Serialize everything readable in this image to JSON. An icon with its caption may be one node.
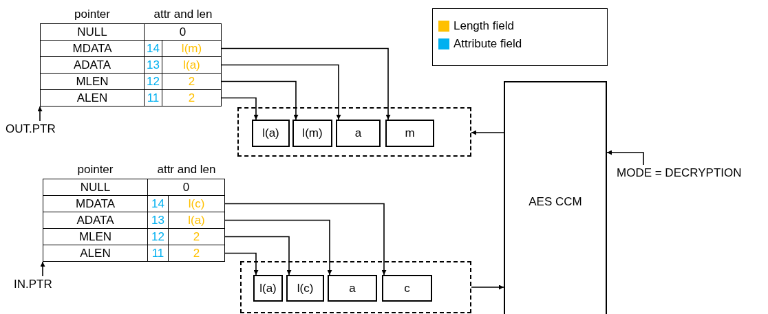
{
  "diagram": {
    "nodes": [
      {
        "text": [
          "pointer",
          "attr and len"
        ]
      },
      {
        "text": [
          "NULL",
          "0"
        ],
        "in": 0
      },
      {
        "text": [
          "MDATA",
          "14",
          "l(m)"
        ],
        "in": 0
      },
      {
        "text": [
          "ADATA",
          "13",
          "l(a)"
        ],
        "in": 0
      },
      {
        "text": [
          "MLEN",
          "12",
          "2"
        ],
        "in": 0
      },
      {
        "text": [
          "ALEN",
          "11",
          "2"
        ],
        "in": 0
      },
      {
        "text": [
          "OUT.PTR"
        ]
      },
      {
        "text": [],
        "shape": "box"
      },
      {
        "text": [
          "l(a)"
        ],
        "in": 7
      },
      {
        "text": [
          "l(m)"
        ],
        "in": 7
      },
      {
        "text": [
          "a"
        ],
        "in": 7
      },
      {
        "text": [
          "m"
        ],
        "in": 7
      },
      {
        "text": [
          "pointer",
          "attr and len"
        ]
      },
      {
        "text": [
          "NULL",
          "0"
        ],
        "in": 12
      },
      {
        "text": [
          "MDATA",
          "14",
          "l(c)"
        ],
        "in": 12
      },
      {
        "text": [
          "ADATA",
          "13",
          "l(a)"
        ],
        "in": 12
      },
      {
        "text": [
          "MLEN",
          "12",
          "2"
        ],
        "in": 12
      },
      {
        "text": [
          "ALEN",
          "11",
          "2"
        ],
        "in": 12
      },
      {
        "text": [
          "IN.PTR"
        ]
      },
      {
        "text": [],
        "shape": "box"
      },
      {
        "text": [
          "l(a)"
        ],
        "in": 19
      },
      {
        "text": [
          "l(c)"
        ],
        "in": 19
      },
      {
        "text": [
          "a"
        ],
        "in": 19
      },
      {
        "text": [
          "c"
        ],
        "in": 19
      },
      {
        "text": [
          "AES CCM"
        ]
      },
      {
        "text": [
          "MODE = DECRYPTION"
        ]
      }
    ],
    "edges": [
      {
        "from": 5,
        "to": 8,
        "arrow": "to"
      },
      {
        "from": 4,
        "to": 9,
        "arrow": "to"
      },
      {
        "from": 3,
        "to": 10,
        "arrow": "to"
      },
      {
        "from": 2,
        "to": 11,
        "arrow": "to"
      },
      {
        "from": 6,
        "to": 0,
        "arrow": "to"
      },
      {
        "from": 24,
        "to": 7,
        "arrow": "to"
      },
      {
        "from": 25,
        "to": 24,
        "arrow": "to"
      },
      {
        "from": 17,
        "to": 20,
        "arrow": "to"
      },
      {
        "from": 16,
        "to": 21,
        "arrow": "to"
      },
      {
        "from": 15,
        "to": 22,
        "arrow": "to"
      },
      {
        "from": 14,
        "to": 23,
        "arrow": "to"
      },
      {
        "from": 18,
        "to": 12,
        "arrow": "to"
      },
      {
        "from": 19,
        "to": 24,
        "arrow": "to"
      }
    ],
    "legend": [
      {
        "text": "Length field",
        "color": "#ffc000"
      },
      {
        "text": "Attribute field",
        "color": "#00b0f0"
      }
    ]
  }
}
